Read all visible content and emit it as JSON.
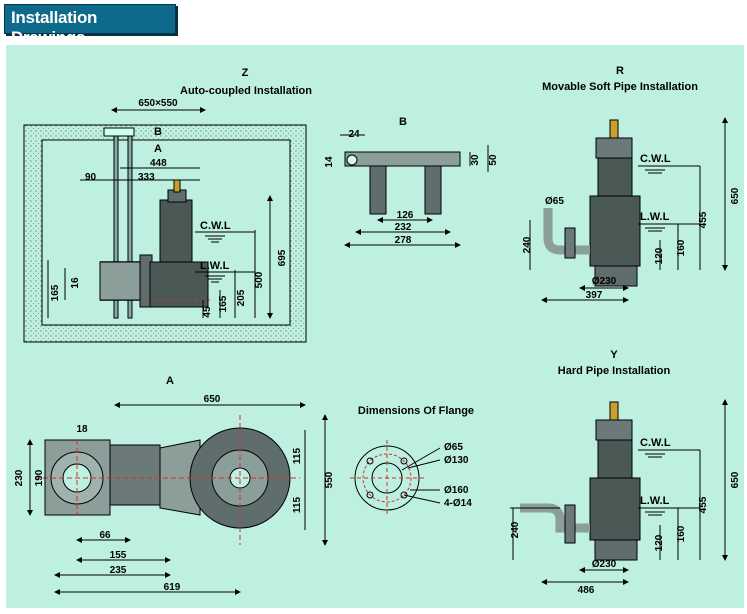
{
  "header": {
    "title": "Installation Drawings"
  },
  "z_view": {
    "letter": "Z",
    "title": "Auto-coupled Installation",
    "dims": {
      "d650x550": "650×550",
      "b": "B",
      "a": "A",
      "d448": "448",
      "d90": "90",
      "d333": "333",
      "cwl": "C.W.L",
      "lwl": "L.W.L",
      "d695": "695",
      "d500": "500",
      "d205": "205",
      "d165a": "165",
      "d165b": "165",
      "d16": "16",
      "d45": "45"
    }
  },
  "b_view": {
    "letter": "B",
    "dims": {
      "d24": "24",
      "d14": "14",
      "d30": "30",
      "d50": "50",
      "d126": "126",
      "d232": "232",
      "d278": "278"
    }
  },
  "r_view": {
    "letter": "R",
    "title": "Movable Soft Pipe Installation",
    "dims": {
      "cwl": "C.W.L",
      "lwl": "L.W.L",
      "d65": "Ø65",
      "d240": "240",
      "d120": "120",
      "d160": "160",
      "d455": "455",
      "d650": "650",
      "d230": "Ø230",
      "d397": "397"
    }
  },
  "a_view": {
    "letter": "A",
    "dims": {
      "d650": "650",
      "d18": "18",
      "d230": "230",
      "d190": "190",
      "d115a": "115",
      "d115b": "115",
      "d550": "550",
      "d66": "66",
      "d155": "155",
      "d235": "235",
      "d619": "619"
    }
  },
  "flange_view": {
    "title": "Dimensions Of Flange",
    "dims": {
      "d65": "Ø65",
      "d130": "Ø130",
      "d160": "Ø160",
      "d4x14": "4-Ø14"
    }
  },
  "y_view": {
    "letter": "Y",
    "title": "Hard Pipe Installation",
    "dims": {
      "cwl": "C.W.L",
      "lwl": "L.W.L",
      "d240": "240",
      "d120": "120",
      "d160": "160",
      "d455": "455",
      "d650": "650",
      "d230": "Ø230",
      "d486": "486"
    }
  }
}
